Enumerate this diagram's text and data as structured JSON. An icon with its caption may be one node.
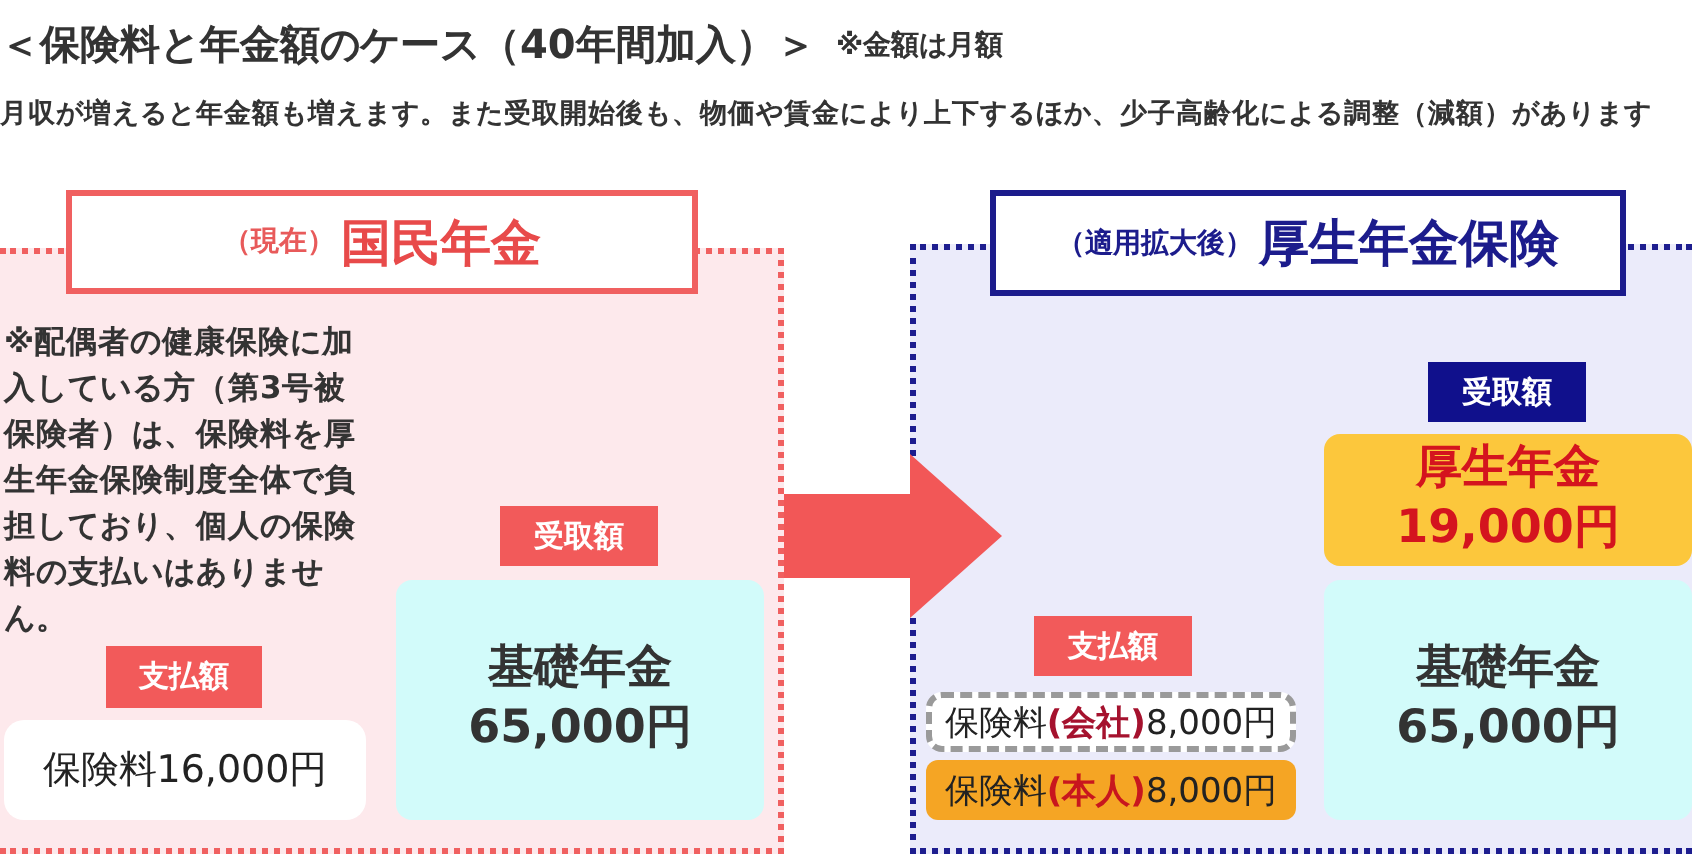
{
  "diagram": {
    "title": "＜保険料と年金額のケース（40年間加入）＞",
    "nodes": [
      {
        "text": [
          "※配偶者の健康保険に加入している方（第3号被保険者）は、保険料を厚生年金保険制度全体で負担しており、個人の保険料の支払いはありません。"
        ]
      },
      {
        "text": [
          "（現在）",
          "国民年金"
        ]
      },
      {
        "text": [
          "支払額"
        ],
        "in": 0
      },
      {
        "text": [
          "保険料16,000円"
        ],
        "in": 0
      },
      {
        "text": [
          "受取額"
        ],
        "in": 0
      },
      {
        "text": [
          "基礎年金",
          "65,000円"
        ],
        "in": 0
      },
      {
        "text": [],
        "shape": "box"
      },
      {
        "text": [
          "（適用拡大後）",
          "厚生年金保険"
        ]
      },
      {
        "text": [
          "受取額"
        ],
        "in": 6
      },
      {
        "text": [
          "厚生年金",
          "19,000円"
        ],
        "in": 6
      },
      {
        "text": [
          "基礎年金",
          "65,000円"
        ],
        "in": 6
      },
      {
        "text": [
          "支払額"
        ],
        "in": 6
      },
      {
        "text": [
          "保険料**(会社)**8,000円"
        ],
        "in": 6
      },
      {
        "text": [
          "保険料**(本人)**8,000円"
        ],
        "in": 6
      }
    ],
    "edges": [
      {
        "from": 0,
        "to": 6,
        "arrow": "to"
      }
    ],
    "labels": [
      "※金額は月額",
      "月収が増えると年金額も増えます。また受取開始後も、物価や賃金により上下するほか、少子高齢化による調整（減額）があります"
    ]
  }
}
